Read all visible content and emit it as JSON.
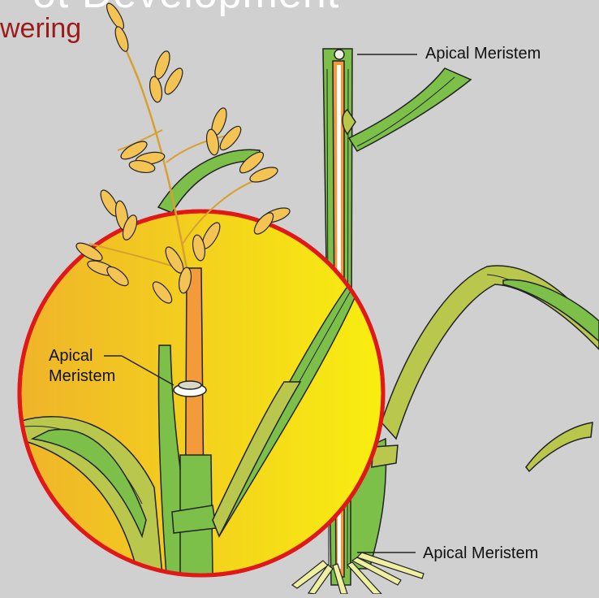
{
  "header": {
    "title_partial": "ot Development",
    "subtitle_partial": "wering"
  },
  "labels": {
    "apical_top": "Apical Meristem",
    "apical_bottom": "Apical Meristem",
    "apical_inset_line1": "Apical",
    "apical_inset_line2": "Meristem"
  },
  "colors": {
    "background": "#d0d0d0",
    "leaf_green": "#7cc04a",
    "leaf_yellow_green": "#b9c84c",
    "grain": "#f3c453",
    "stem_orange": "#f39a3a",
    "inset_ring": "#e01818",
    "inset_fill_left": "#efb42a",
    "inset_fill_right": "#f8ee10"
  }
}
